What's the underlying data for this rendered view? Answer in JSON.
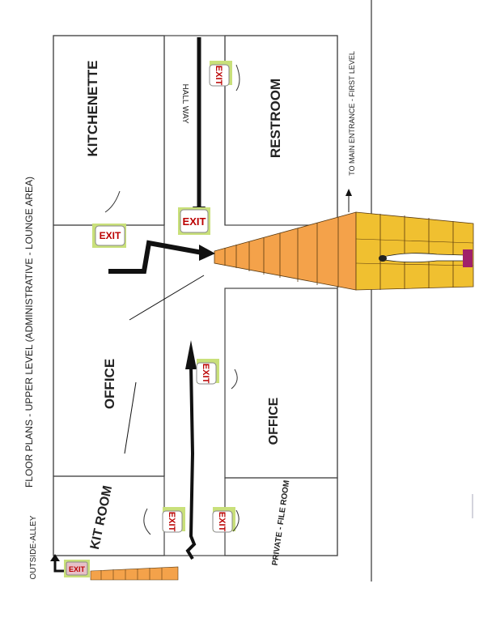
{
  "title": "FLOOR PLANS - UPPER LEVEL (ADMINISTRATIVE - LOUNGE AREA)",
  "rooms": {
    "kitchenette": "KITCHENETTE",
    "restroom": "RESTROOM",
    "office_left": "OFFICE",
    "office_right": "OFFICE",
    "kit_room": "KIT ROOM",
    "private_file_room": "PRIVATE - FILE ROOM"
  },
  "hallway": "HALL WAY",
  "main_entrance": "TO MAIN ENTRANCE - FIRST LEVEL",
  "outside_alley": "OUTSIDE-ALLEY",
  "exit_sign": "EXIT",
  "colors": {
    "exit_red": "#b00000",
    "sign_highlight": "#c9e07a",
    "stairs_orange": "#f4a24a",
    "stairs_yellow": "#f0c030",
    "arrow": "#111111"
  }
}
